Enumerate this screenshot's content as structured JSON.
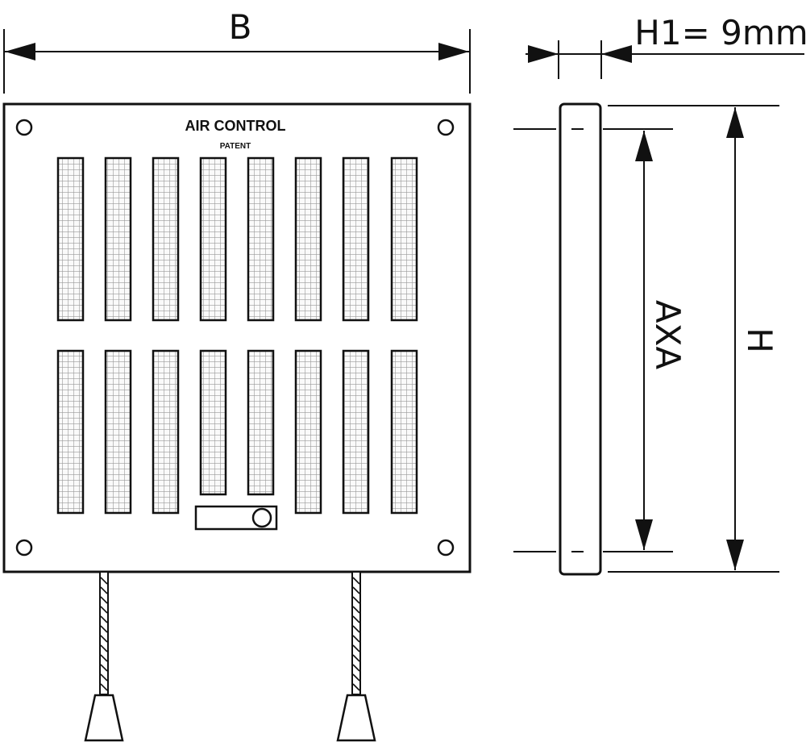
{
  "dimensions": {
    "width_label": "B",
    "flange_thickness_label": "H1= 9mm",
    "axis_distance_label": "AXA",
    "height_label": "H"
  },
  "front_view": {
    "brand": "AIR CONTROL",
    "sub_brand": "PATENT",
    "slot_columns": 8,
    "slot_rows": 2
  }
}
